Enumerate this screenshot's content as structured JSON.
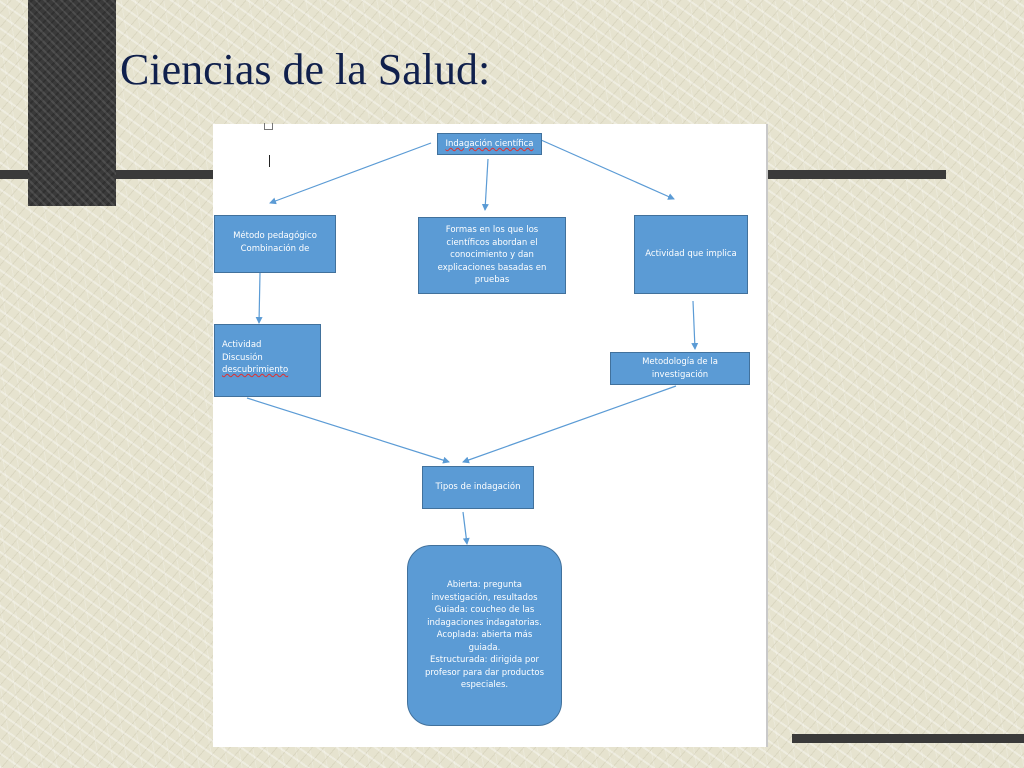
{
  "slide": {
    "title": "Ciencias de la Salud:"
  },
  "diagram": {
    "root": "Indagación científica",
    "branches": {
      "left": {
        "label_lines": [
          "Método pedagógico",
          "Combinación de"
        ],
        "child_lines": [
          "Actividad",
          "Discusión",
          "descubrimiento"
        ]
      },
      "center": {
        "label_lines": [
          "Formas en los que los",
          "científicos abordan el",
          "conocimiento y dan",
          "explicaciones basadas en",
          "pruebas"
        ]
      },
      "right": {
        "label": "Actividad que implica",
        "child_lines": [
          "Metodología de la",
          "investigación"
        ]
      }
    },
    "merge_node": "Tipos de indagación",
    "types_lines": [
      "Abierta: pregunta",
      "investigación, resultados",
      "Guiada: coucheo de las",
      "indagaciones indagatorias.",
      "Acoplada: abierta más",
      "guiada.",
      "Estructurada: dirigida por",
      "profesor para dar productos",
      "especiales."
    ],
    "colors": {
      "node_fill": "#5b9bd5",
      "node_border": "#41719c",
      "arrow": "#5b9bd5",
      "title_text": "#10204c"
    }
  }
}
